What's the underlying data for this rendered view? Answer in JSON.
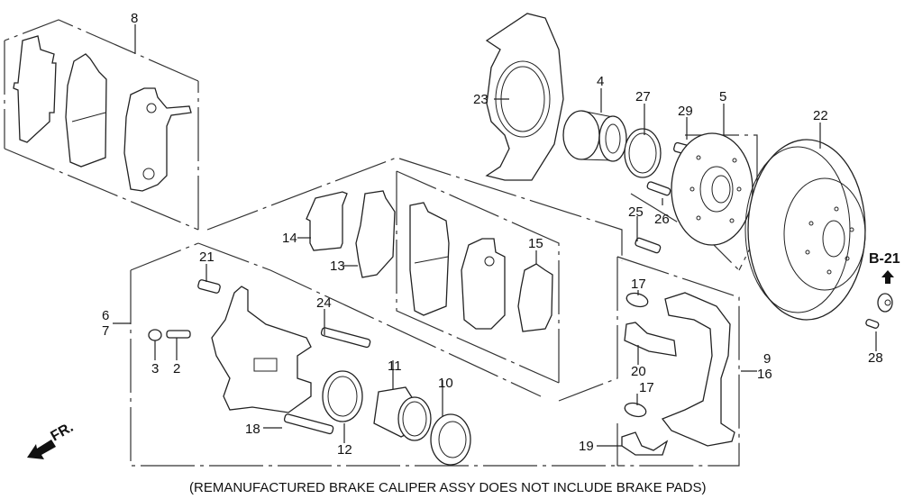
{
  "diagram": {
    "title": "Front Brake Caliper / Disc Assembly (Exploded View)",
    "footnote": "(REMANUFACTURED BRAKE CALIPER ASSY  DOES NOT INCLUDE BRAKE PADS)",
    "direction_marker": {
      "label": "FR.",
      "icon": "front-direction-arrow-icon"
    },
    "reference": {
      "label": "B-21",
      "icon": "up-arrow-icon"
    },
    "callouts": [
      {
        "id": "8",
        "label": "8",
        "part": "pad-set-upper"
      },
      {
        "id": "23",
        "label": "23",
        "part": "splash-guard"
      },
      {
        "id": "4",
        "label": "4",
        "part": "hub-bearing"
      },
      {
        "id": "27",
        "label": "27",
        "part": "snap-ring"
      },
      {
        "id": "29",
        "label": "29",
        "part": "hub-bolt-small"
      },
      {
        "id": "5",
        "label": "5",
        "part": "hub"
      },
      {
        "id": "22",
        "label": "22",
        "part": "brake-disc"
      },
      {
        "id": "26",
        "label": "26",
        "part": "hub-bolt"
      },
      {
        "id": "25",
        "label": "25",
        "part": "bracket-bolt"
      },
      {
        "id": "14",
        "label": "14",
        "part": "pad-shim-a"
      },
      {
        "id": "13",
        "label": "13",
        "part": "pad-shim-b"
      },
      {
        "id": "15",
        "label": "15",
        "part": "pad-shim-c"
      },
      {
        "id": "21",
        "label": "21",
        "part": "caliper-bolt"
      },
      {
        "id": "6",
        "label": "6",
        "part": "caliper-assy-left"
      },
      {
        "id": "7",
        "label": "7",
        "part": "caliper-assy-right"
      },
      {
        "id": "24",
        "label": "24",
        "part": "pin-upper"
      },
      {
        "id": "3",
        "label": "3",
        "part": "bleeder-cap"
      },
      {
        "id": "2",
        "label": "2",
        "part": "bleeder-screw"
      },
      {
        "id": "11",
        "label": "11",
        "part": "piston"
      },
      {
        "id": "10",
        "label": "10",
        "part": "piston-boot"
      },
      {
        "id": "12",
        "label": "12",
        "part": "piston-seal"
      },
      {
        "id": "18",
        "label": "18",
        "part": "pin-lower"
      },
      {
        "id": "17a",
        "label": "17",
        "part": "pin-boot-upper"
      },
      {
        "id": "20",
        "label": "20",
        "part": "pad-retainer-upper"
      },
      {
        "id": "17b",
        "label": "17",
        "part": "pin-boot-lower"
      },
      {
        "id": "19",
        "label": "19",
        "part": "pad-retainer-lower"
      },
      {
        "id": "9",
        "label": "9",
        "part": "caliper-bracket-left"
      },
      {
        "id": "16",
        "label": "16",
        "part": "caliper-bracket-right"
      },
      {
        "id": "28",
        "label": "28",
        "part": "disc-screw"
      }
    ]
  }
}
